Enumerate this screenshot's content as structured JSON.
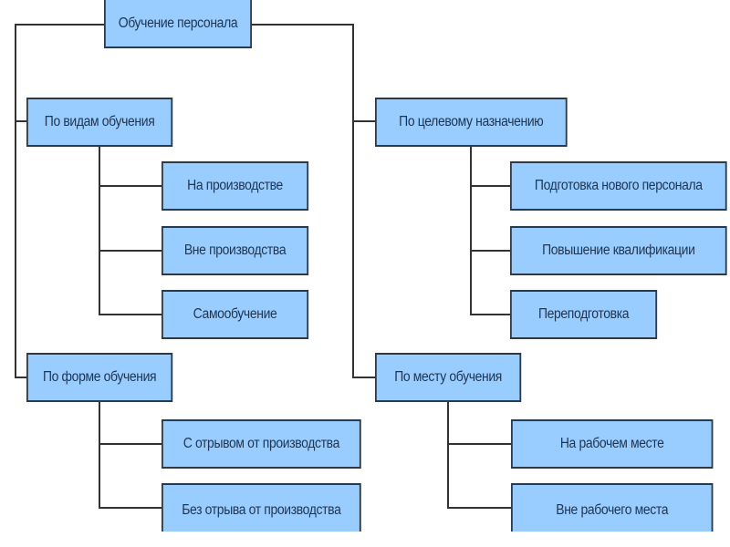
{
  "diagram": {
    "title": "Обучение персонала",
    "colors": {
      "node_fill": "#99ccff",
      "node_border": "#2a3a4a",
      "node_text": "#1f3550",
      "connector": "#333333",
      "background": "#ffffff"
    },
    "root": {
      "label": "Обучение персонала"
    },
    "branches": [
      {
        "label": "По видам обучения",
        "children": [
          {
            "label": "На производстве"
          },
          {
            "label": "Вне производства"
          },
          {
            "label": "Самообучение"
          }
        ]
      },
      {
        "label": "По форме обучения",
        "children": [
          {
            "label": "С отрывом от производства"
          },
          {
            "label": "Без отрыва от производства"
          }
        ]
      },
      {
        "label": "По целевому назначению",
        "children": [
          {
            "label": "Подготовка нового персонала"
          },
          {
            "label": "Повышение квалификации"
          },
          {
            "label": "Переподготовка"
          }
        ]
      },
      {
        "label": "По месту обучения",
        "children": [
          {
            "label": "На рабочем месте"
          },
          {
            "label": "Вне рабочего места"
          }
        ]
      }
    ]
  }
}
